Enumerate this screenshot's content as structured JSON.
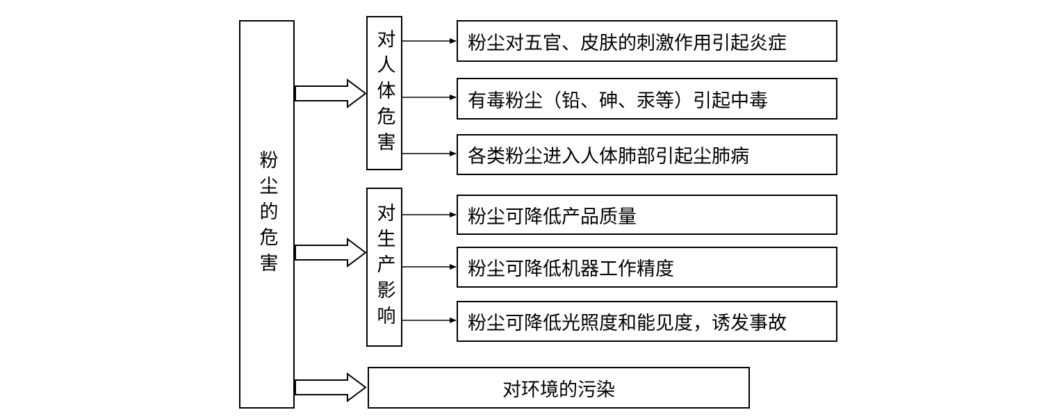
{
  "root": {
    "label": "粉尘的危害"
  },
  "categories": [
    {
      "label": "对人体危害",
      "items": [
        "粉尘对五官、皮肤的刺激作用引起炎症",
        "有毒粉尘（铅、砷、汞等）引起中毒",
        "各类粉尘进入人体肺部引起尘肺病"
      ]
    },
    {
      "label": "对生产影响",
      "items": [
        "粉尘可降低产品质量",
        "粉尘可降低机器工作精度",
        "粉尘可降低光照度和能见度，诱发事故"
      ]
    }
  ],
  "environment": {
    "label": "对环境的污染"
  }
}
